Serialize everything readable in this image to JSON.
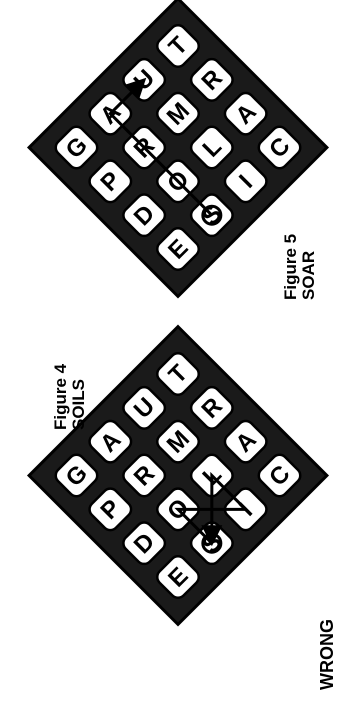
{
  "colors": {
    "ink": "#000000",
    "paper": "#ffffff",
    "cube": "#ffffff",
    "tray": "#1a1a1a"
  },
  "figures": [
    {
      "id": "figure-5",
      "caption": "Figure 5",
      "word": "SOAR",
      "status": "",
      "grid": [
        [
          "T",
          "R",
          "A",
          "C"
        ],
        [
          "U",
          "M",
          "L",
          "I"
        ],
        [
          "A",
          "R",
          "O",
          "S"
        ],
        [
          "G",
          "P",
          "D",
          "E"
        ]
      ]
    },
    {
      "id": "figure-4",
      "caption": "Figure 4",
      "word": "SOILS",
      "status": "WRONG",
      "grid": [
        [
          "T",
          "R",
          "A",
          "C"
        ],
        [
          "U",
          "M",
          "L",
          "I"
        ],
        [
          "A",
          "R",
          "O",
          "S"
        ],
        [
          "G",
          "P",
          "D",
          "E"
        ]
      ]
    }
  ]
}
